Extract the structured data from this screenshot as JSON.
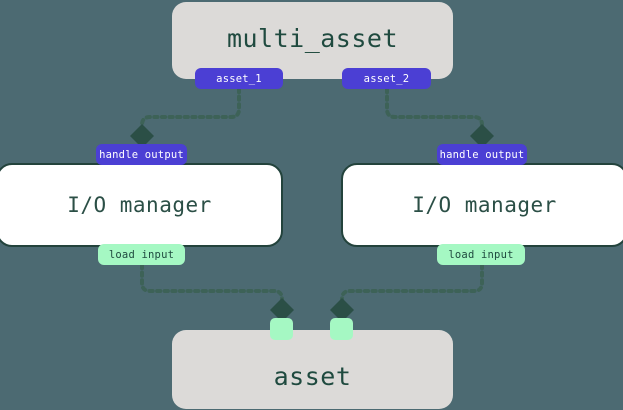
{
  "diagram": {
    "type": "asset-io-manager-flow",
    "background_color": "#4c6a72",
    "colors": {
      "group_node_fill": "#dcdad8",
      "io_node_fill": "#ffffff",
      "io_node_border": "#23433c",
      "output_badge": "#4b3fd4",
      "input_badge": "#a5f8c3",
      "edge": "#3d6257",
      "title_text": "#1f4a3f"
    },
    "nodes": {
      "multi_asset": {
        "title": "multi_asset",
        "outputs": [
          {
            "label": "asset_1"
          },
          {
            "label": "asset_2"
          }
        ]
      },
      "io_manager_left": {
        "title": "I/O manager",
        "input_label": "handle output",
        "output_label": "load input"
      },
      "io_manager_right": {
        "title": "I/O manager",
        "input_label": "handle output",
        "output_label": "load input"
      },
      "asset": {
        "title": "asset",
        "inputs": [
          {
            "label": ""
          },
          {
            "label": ""
          }
        ]
      }
    },
    "edges": [
      {
        "from": "asset_1",
        "to": "handle output (left I/O manager)"
      },
      {
        "from": "asset_2",
        "to": "handle output (right I/O manager)"
      },
      {
        "from": "load input (left I/O manager)",
        "to": "asset input 1"
      },
      {
        "from": "load input (right I/O manager)",
        "to": "asset input 2"
      }
    ]
  }
}
